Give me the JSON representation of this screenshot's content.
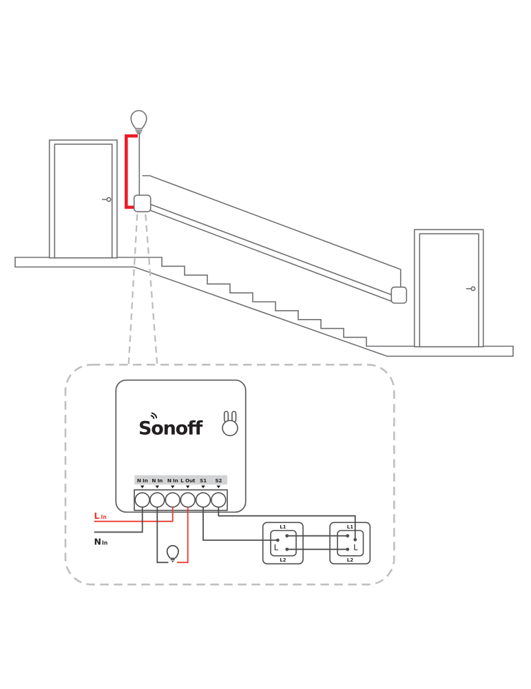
{
  "palette": {
    "bg": "#ffffff",
    "accent_red": "#ed1c24",
    "wire_red": "#e8392d",
    "wire_dark": "#4d4d4d",
    "scene_gray": "#6d6e71",
    "dash_gray": "#bdbfc1",
    "device_gray": "#58595b",
    "label_bar_gray": "#d1d3d4",
    "text_dark": "#231f20"
  },
  "device": {
    "brand": "Sonoff",
    "terminals": [
      "N In",
      "N In",
      "N In",
      "L Out",
      "S1",
      "S2"
    ]
  },
  "wiring": {
    "live_in": {
      "letter": "L",
      "word": "In"
    },
    "neutral_in": {
      "letter": "N",
      "word": "In"
    }
  },
  "switches": [
    {
      "top": "L1",
      "common": "L",
      "bottom": "L2"
    },
    {
      "top": "L1",
      "common": "L",
      "bottom": "L2"
    }
  ]
}
